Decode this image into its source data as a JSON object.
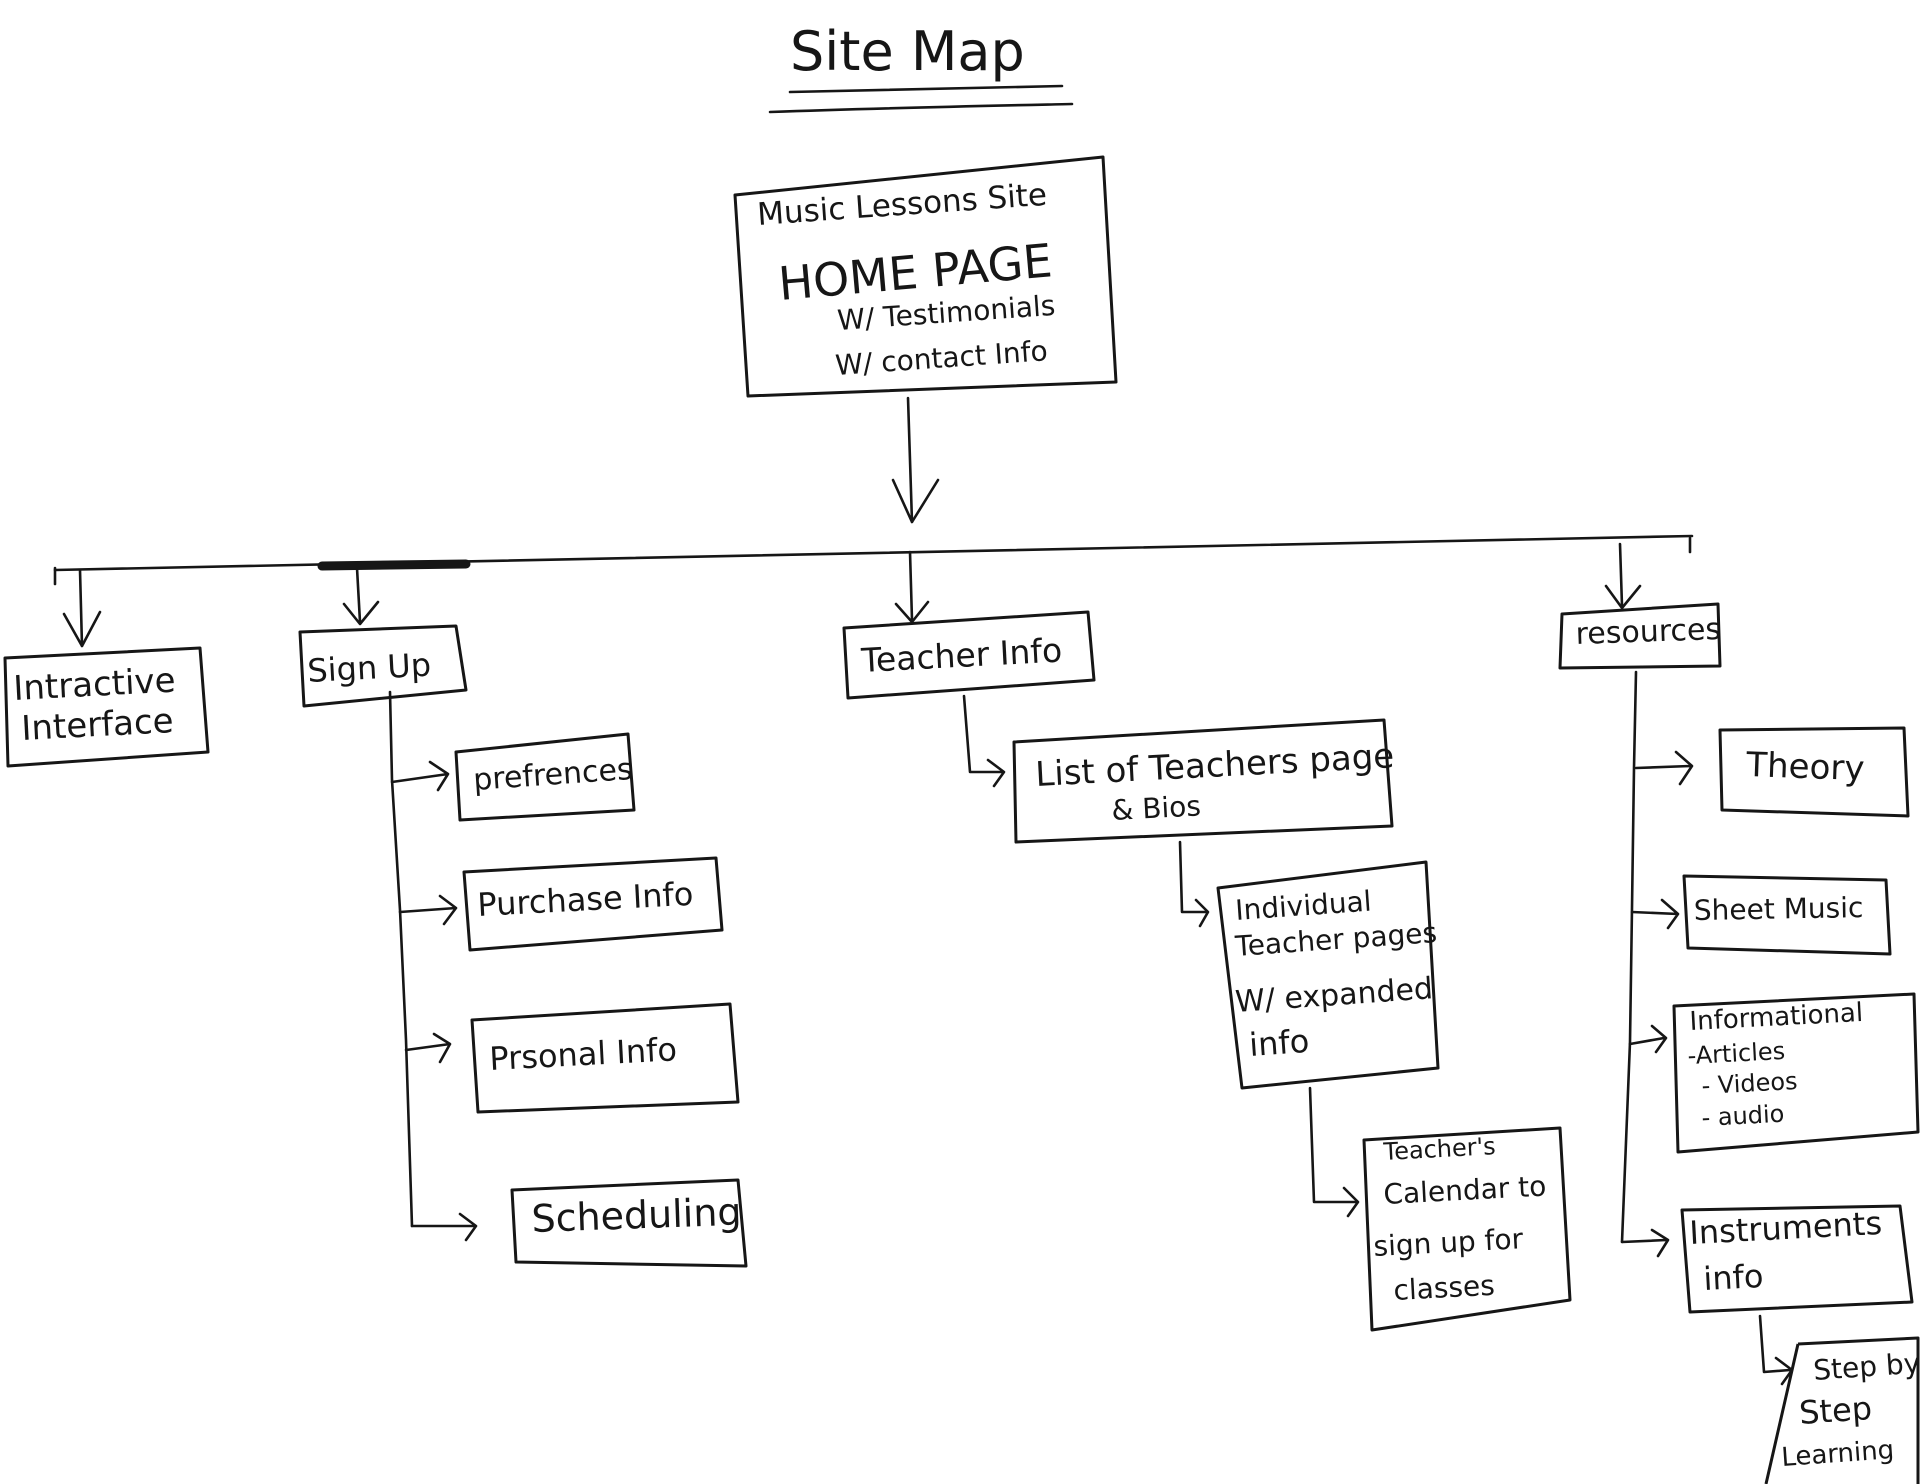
{
  "title": "Site Map",
  "home": {
    "line1": "Music Lessons Site",
    "line2": "HOME PAGE",
    "line3": "W/ Testimonials",
    "line4": "W/ contact Info"
  },
  "branches": {
    "interactive": {
      "line1": "Intractive",
      "line2": "Interface"
    },
    "signup": {
      "label": "Sign Up",
      "children": {
        "preferences": "prefrences",
        "purchase": "Purchase Info",
        "personal": "Prsonal Info",
        "scheduling": "Scheduling"
      }
    },
    "teacher": {
      "label": "Teacher Info",
      "list": {
        "line1": "List of Teachers page",
        "line2": "& Bios"
      },
      "individual": {
        "line1": "Individual",
        "line2": "Teacher pages",
        "line3": "W/ expanded",
        "line4": "info"
      },
      "calendar": {
        "line1": "Teacher's",
        "line2": "Calendar to",
        "line3": "sign up for",
        "line4": "classes"
      }
    },
    "resources": {
      "label": "resources",
      "children": {
        "theory": "Theory",
        "sheet": "Sheet Music",
        "informational": {
          "line1": "Informational",
          "line2": "-Articles",
          "line3": "- Videos",
          "line4": "- audio"
        },
        "instruments": {
          "line1": "Instruments",
          "line2": "info"
        },
        "step": {
          "line1": "Step by",
          "line2": "Step",
          "line3": "Learning"
        }
      }
    }
  }
}
